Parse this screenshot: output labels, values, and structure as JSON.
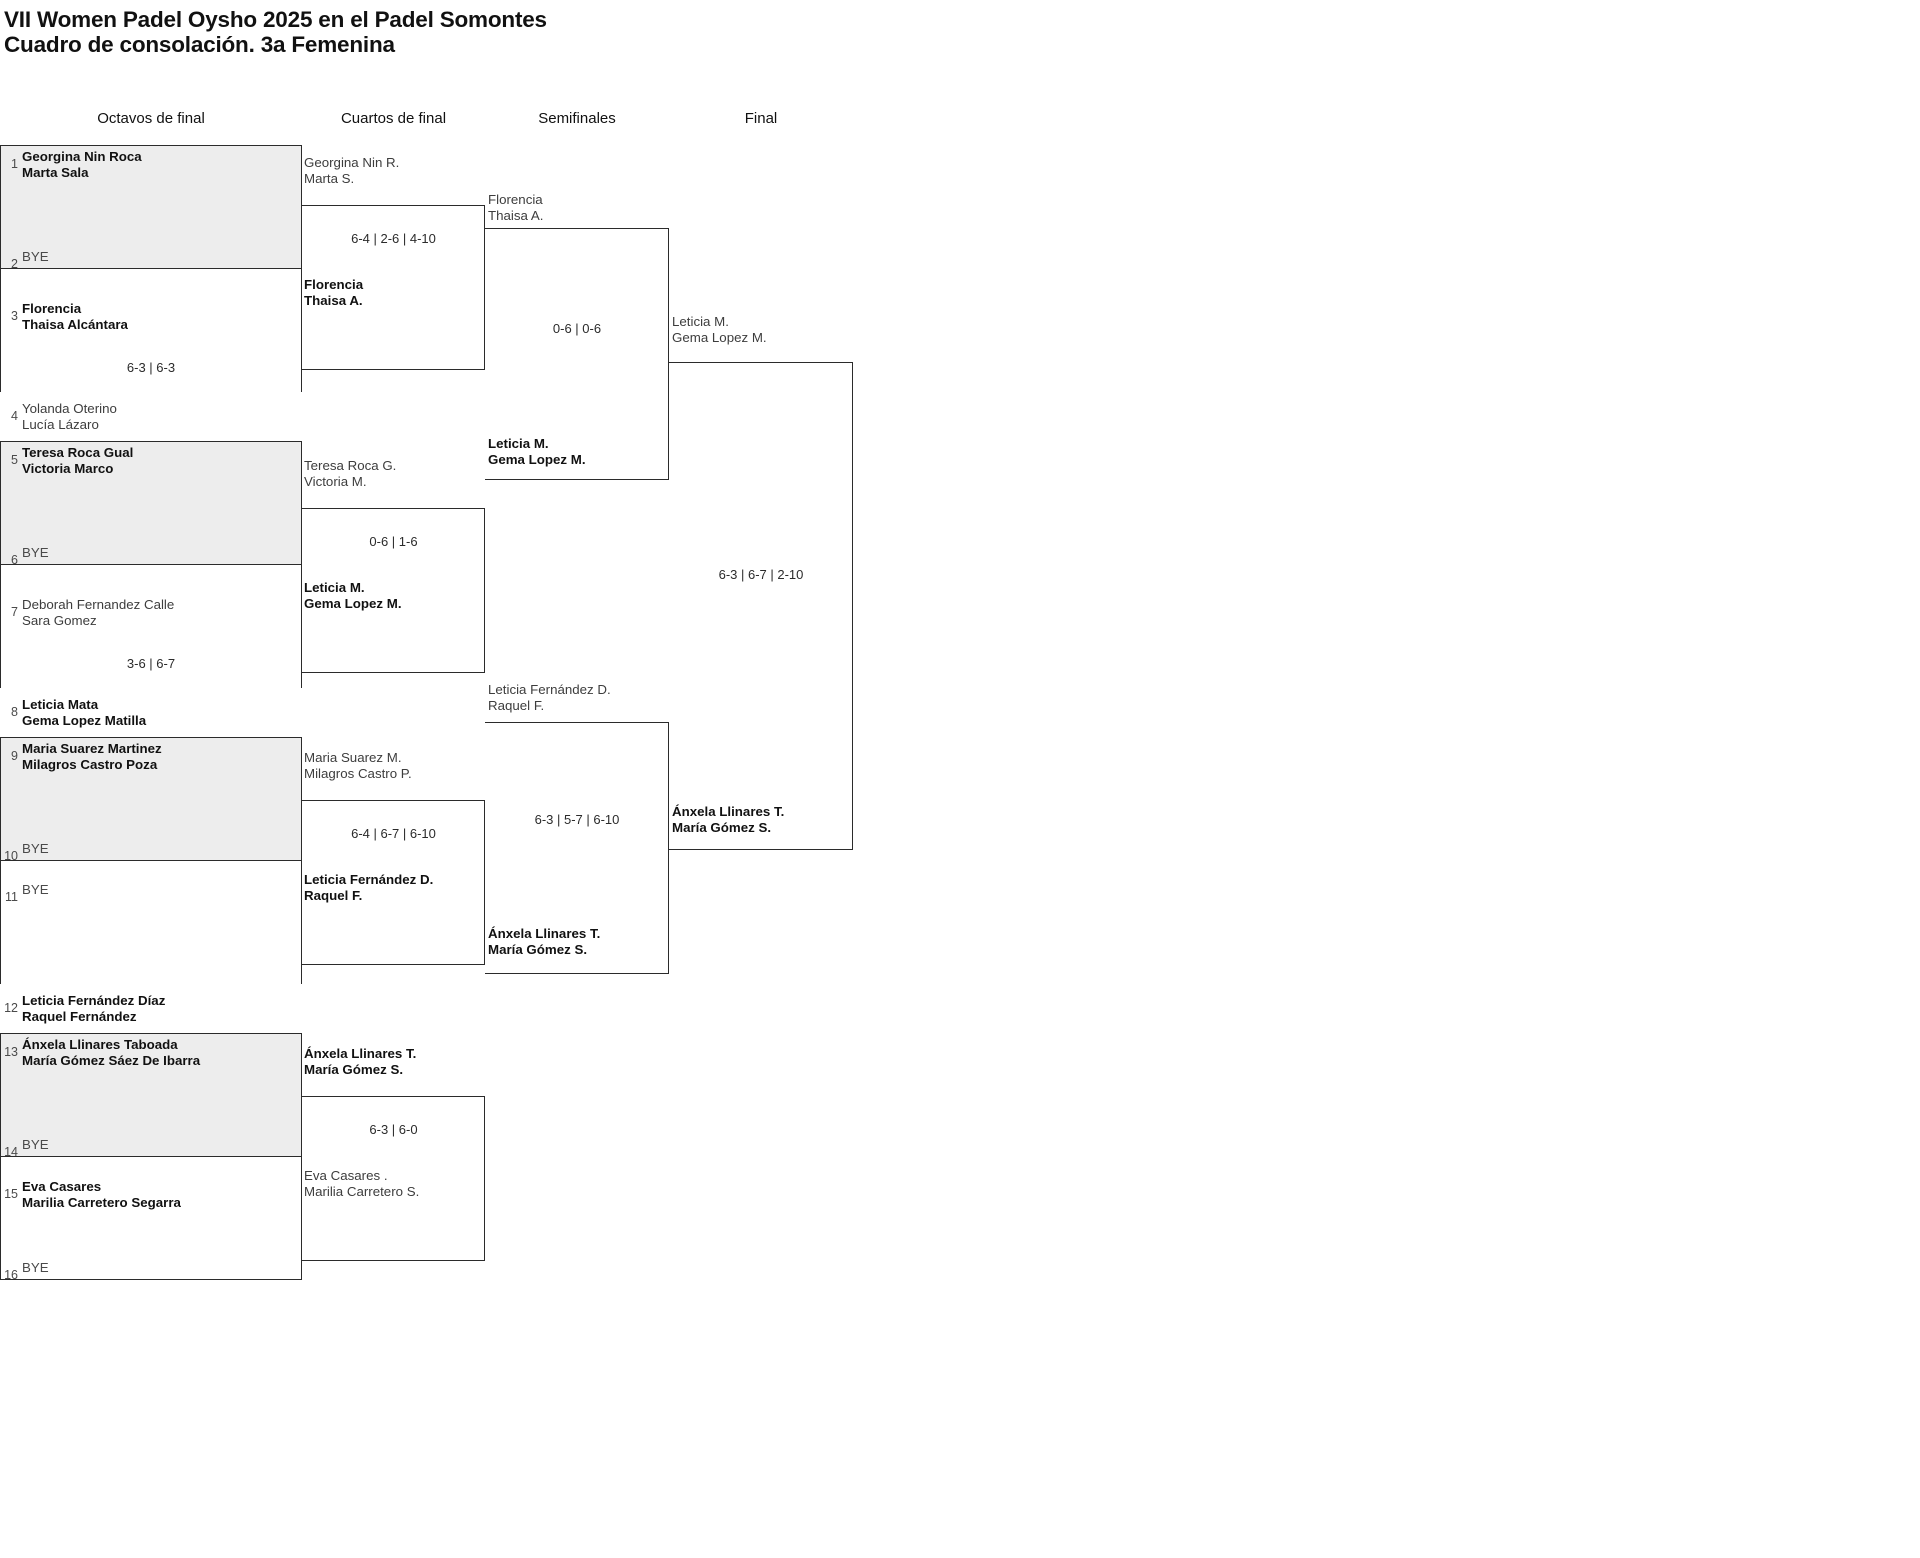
{
  "title": {
    "line1": "VII Women Padel Oysho 2025 en el Padel Somontes",
    "line2": "Cuadro de consolación. 3a Femenina"
  },
  "round_headers": [
    {
      "label": "Octavos de final"
    },
    {
      "label": "Cuartos de final"
    },
    {
      "label": "Semifinales"
    },
    {
      "label": "Final"
    }
  ],
  "bracket": {
    "round1": {
      "pairs": [
        {
          "top": {
            "seed": "1",
            "players": [
              "Georgina Nin Roca",
              "Marta Sala"
            ],
            "winner": true,
            "bye": false
          },
          "bottom": {
            "seed": "2",
            "players": [
              "BYE"
            ],
            "winner": false,
            "bye": true
          },
          "score": ""
        },
        {
          "top": {
            "seed": "3",
            "players": [
              "Florencia",
              "Thaisa Alcántara"
            ],
            "winner": true,
            "bye": false
          },
          "bottom": {
            "seed": "4",
            "players": [
              "Yolanda Oterino",
              "Lucía Lázaro"
            ],
            "winner": false,
            "bye": false
          },
          "score": "6-3 | 6-3"
        },
        {
          "top": {
            "seed": "5",
            "players": [
              "Teresa Roca Gual",
              "Victoria Marco"
            ],
            "winner": true,
            "bye": false
          },
          "bottom": {
            "seed": "6",
            "players": [
              "BYE"
            ],
            "winner": false,
            "bye": true
          },
          "score": ""
        },
        {
          "top": {
            "seed": "7",
            "players": [
              "Deborah Fernandez Calle",
              "Sara Gomez"
            ],
            "winner": false,
            "bye": false
          },
          "bottom": {
            "seed": "8",
            "players": [
              "Leticia Mata",
              "Gema Lopez Matilla"
            ],
            "winner": true,
            "bye": false
          },
          "score": "3-6 | 6-7"
        },
        {
          "top": {
            "seed": "9",
            "players": [
              "Maria Suarez Martinez",
              "Milagros Castro Poza"
            ],
            "winner": true,
            "bye": false
          },
          "bottom": {
            "seed": "10",
            "players": [
              "BYE"
            ],
            "winner": false,
            "bye": true
          },
          "score": ""
        },
        {
          "top": {
            "seed": "11",
            "players": [
              "BYE"
            ],
            "winner": false,
            "bye": true
          },
          "bottom": {
            "seed": "12",
            "players": [
              "Leticia Fernández Díaz",
              "Raquel Fernández"
            ],
            "winner": true,
            "bye": false
          },
          "score": ""
        },
        {
          "top": {
            "seed": "13",
            "players": [
              "Ánxela Llinares Taboada",
              "María Gómez Sáez De Ibarra"
            ],
            "winner": true,
            "bye": false
          },
          "bottom": {
            "seed": "14",
            "players": [
              "BYE"
            ],
            "winner": false,
            "bye": true
          },
          "score": ""
        },
        {
          "top": {
            "seed": "15",
            "players": [
              "Eva Casares",
              "Marilia Carretero Segarra"
            ],
            "winner": true,
            "bye": false
          },
          "bottom": {
            "seed": "16",
            "players": [
              "BYE"
            ],
            "winner": false,
            "bye": true
          },
          "score": ""
        }
      ]
    },
    "round2": {
      "matches": [
        {
          "top": {
            "players": [
              "Georgina Nin R.",
              "Marta S."
            ],
            "winner": false
          },
          "bottom": {
            "players": [
              "Florencia",
              "Thaisa A."
            ],
            "winner": true
          },
          "score": "6-4 | 2-6 | 4-10"
        },
        {
          "top": {
            "players": [
              "Teresa Roca G.",
              "Victoria M."
            ],
            "winner": false
          },
          "bottom": {
            "players": [
              "Leticia M.",
              "Gema Lopez M."
            ],
            "winner": true
          },
          "score": "0-6 | 1-6"
        },
        {
          "top": {
            "players": [
              "Maria Suarez M.",
              "Milagros Castro P."
            ],
            "winner": false
          },
          "bottom": {
            "players": [
              "Leticia Fernández D.",
              "Raquel F."
            ],
            "winner": true
          },
          "score": "6-4 | 6-7 | 6-10"
        },
        {
          "top": {
            "players": [
              "Ánxela Llinares T.",
              "María Gómez S."
            ],
            "winner": true
          },
          "bottom": {
            "players": [
              "Eva Casares .",
              "Marilia Carretero S."
            ],
            "winner": false
          },
          "score": "6-3 | 6-0"
        }
      ]
    },
    "round3": {
      "matches": [
        {
          "top": {
            "players": [
              "Florencia",
              "Thaisa A."
            ],
            "winner": false
          },
          "bottom": {
            "players": [
              "Leticia M.",
              "Gema Lopez M."
            ],
            "winner": true
          },
          "score": "0-6 | 0-6"
        },
        {
          "top": {
            "players": [
              "Leticia Fernández D.",
              "Raquel F."
            ],
            "winner": false
          },
          "bottom": {
            "players": [
              "Ánxela Llinares T.",
              "María Gómez S."
            ],
            "winner": true
          },
          "score": "6-3 | 5-7 | 6-10"
        }
      ]
    },
    "round4": {
      "matches": [
        {
          "top": {
            "players": [
              "Leticia M.",
              "Gema Lopez M."
            ],
            "winner": false
          },
          "bottom": {
            "players": [
              "Ánxela Llinares T.",
              "María Gómez S."
            ],
            "winner": true
          },
          "score": "6-3 | 6-7 | 2-10"
        }
      ]
    }
  }
}
